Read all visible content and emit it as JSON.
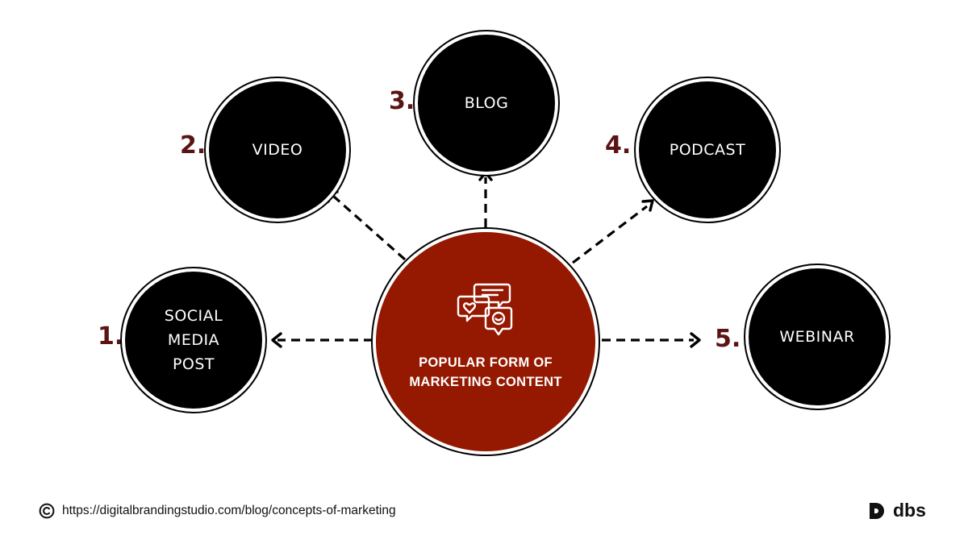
{
  "colors": {
    "hub_fill": "#951800",
    "node_fill": "#000000",
    "number_color": "#5a1414",
    "text_light": "#ffffff"
  },
  "hub": {
    "label": "POPULAR FORM OF\nMARKETING CONTENT",
    "icon": "chat-bubbles-icon"
  },
  "nodes": [
    {
      "number": "1.",
      "label": "SOCIAL\nMEDIA\nPOST"
    },
    {
      "number": "2.",
      "label": "VIDEO"
    },
    {
      "number": "3.",
      "label": "BLOG"
    },
    {
      "number": "4.",
      "label": "PODCAST"
    },
    {
      "number": "5.",
      "label": "WEBINAR"
    }
  ],
  "footer": {
    "copyright_icon": "copyright-icon",
    "url": "https://digitalbrandingstudio.com/blog/concepts-of-marketing",
    "brand_icon": "dbs-logo-icon",
    "brand": "dbs"
  }
}
